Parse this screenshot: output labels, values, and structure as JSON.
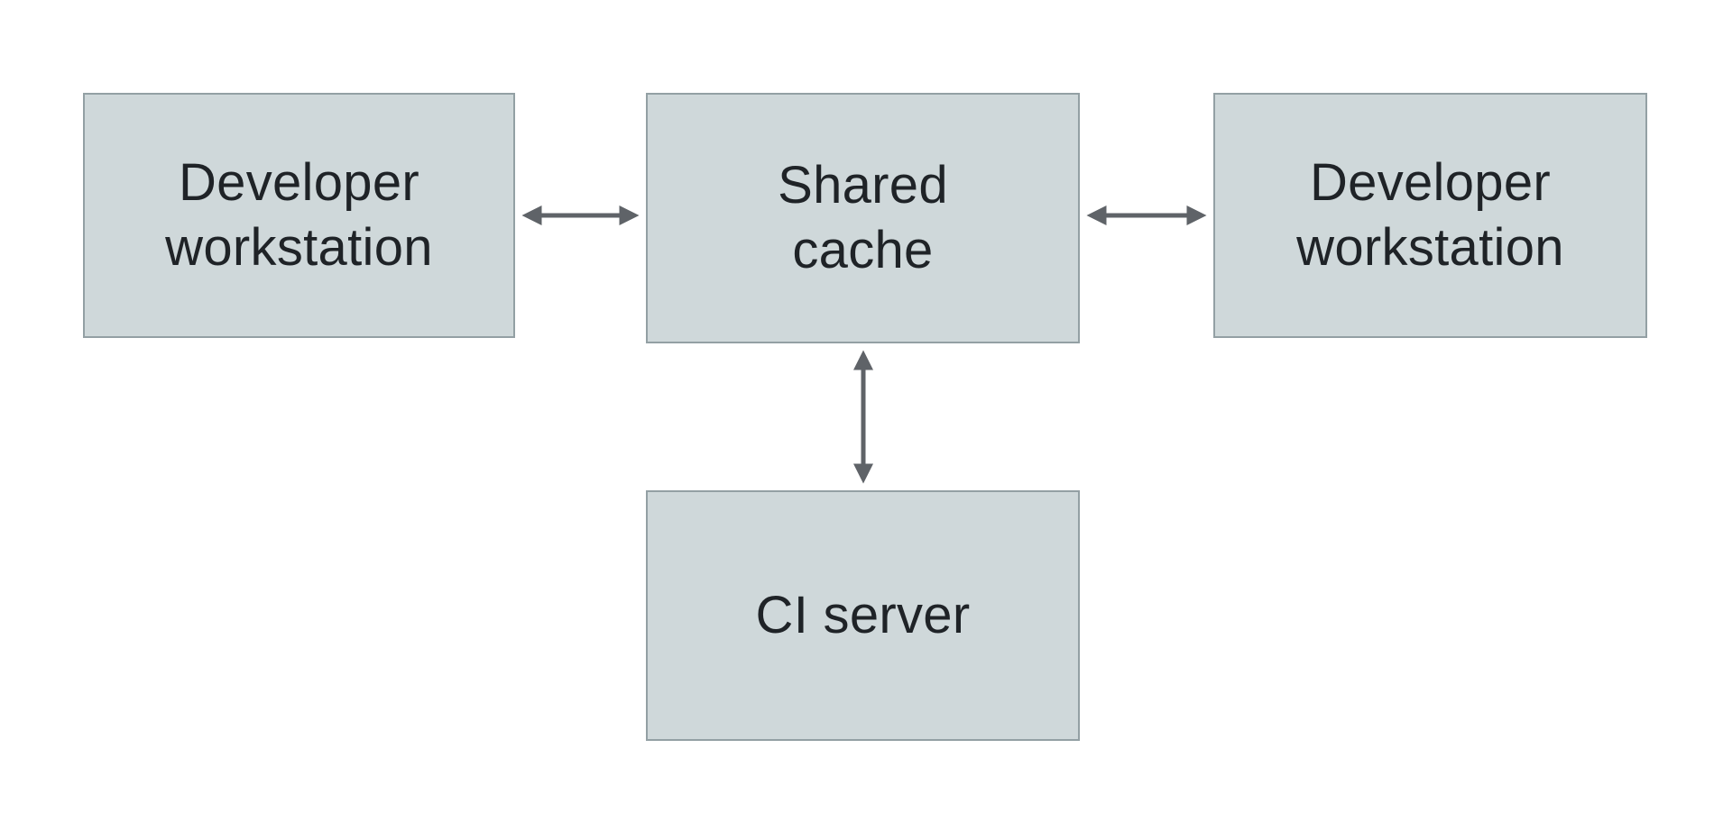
{
  "diagram": {
    "type": "architecture-diagram",
    "nodes": {
      "dev_left": {
        "label": "Developer\nworkstation"
      },
      "shared_cache": {
        "label": "Shared\ncache"
      },
      "dev_right": {
        "label": "Developer\nworkstation"
      },
      "ci_server": {
        "label": "CI server"
      }
    },
    "edges": [
      {
        "from": "dev_left",
        "to": "shared_cache",
        "type": "bidirectional",
        "orientation": "horizontal"
      },
      {
        "from": "shared_cache",
        "to": "dev_right",
        "type": "bidirectional",
        "orientation": "horizontal"
      },
      {
        "from": "shared_cache",
        "to": "ci_server",
        "type": "bidirectional",
        "orientation": "vertical"
      }
    ]
  },
  "colors": {
    "background": "#ffffff",
    "node_fill": "#cfd8da",
    "node_border": "#93a0a4",
    "arrow": "#5f6368",
    "text": "#1f2327"
  }
}
